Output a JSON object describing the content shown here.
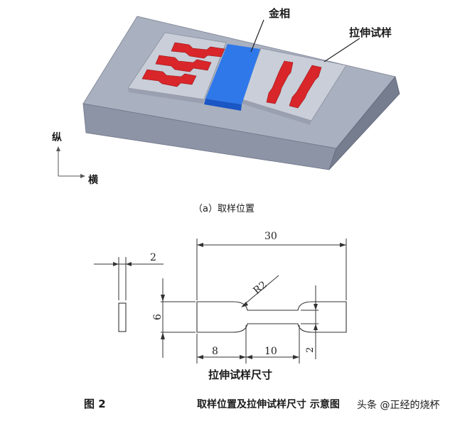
{
  "figure_a": {
    "label_metallographic": "金相",
    "label_tensile_specimen": "拉伸试样",
    "axis_vertical": "纵",
    "axis_horizontal": "横",
    "caption": "（a）取样位置",
    "colors": {
      "plate_top": "#a9b0bf",
      "plate_front": "#8d94a6",
      "plate_side": "#767d8e",
      "specimen_red": "#d8262a",
      "metallographic_blue": "#1e63d6"
    }
  },
  "figure_b": {
    "dim_total_length": "30",
    "dim_thickness": "2",
    "dim_radius": "R2",
    "dim_grip_width": "6",
    "dim_grip_length": "8",
    "dim_gauge_length": "10",
    "dim_gauge_width": "2",
    "caption": "拉伸试样尺寸"
  },
  "footer": {
    "figure_number": "图 2",
    "figure_title": "取样位置及拉伸试样尺寸 示意图",
    "watermark": "头条 @正经的烧杯"
  }
}
